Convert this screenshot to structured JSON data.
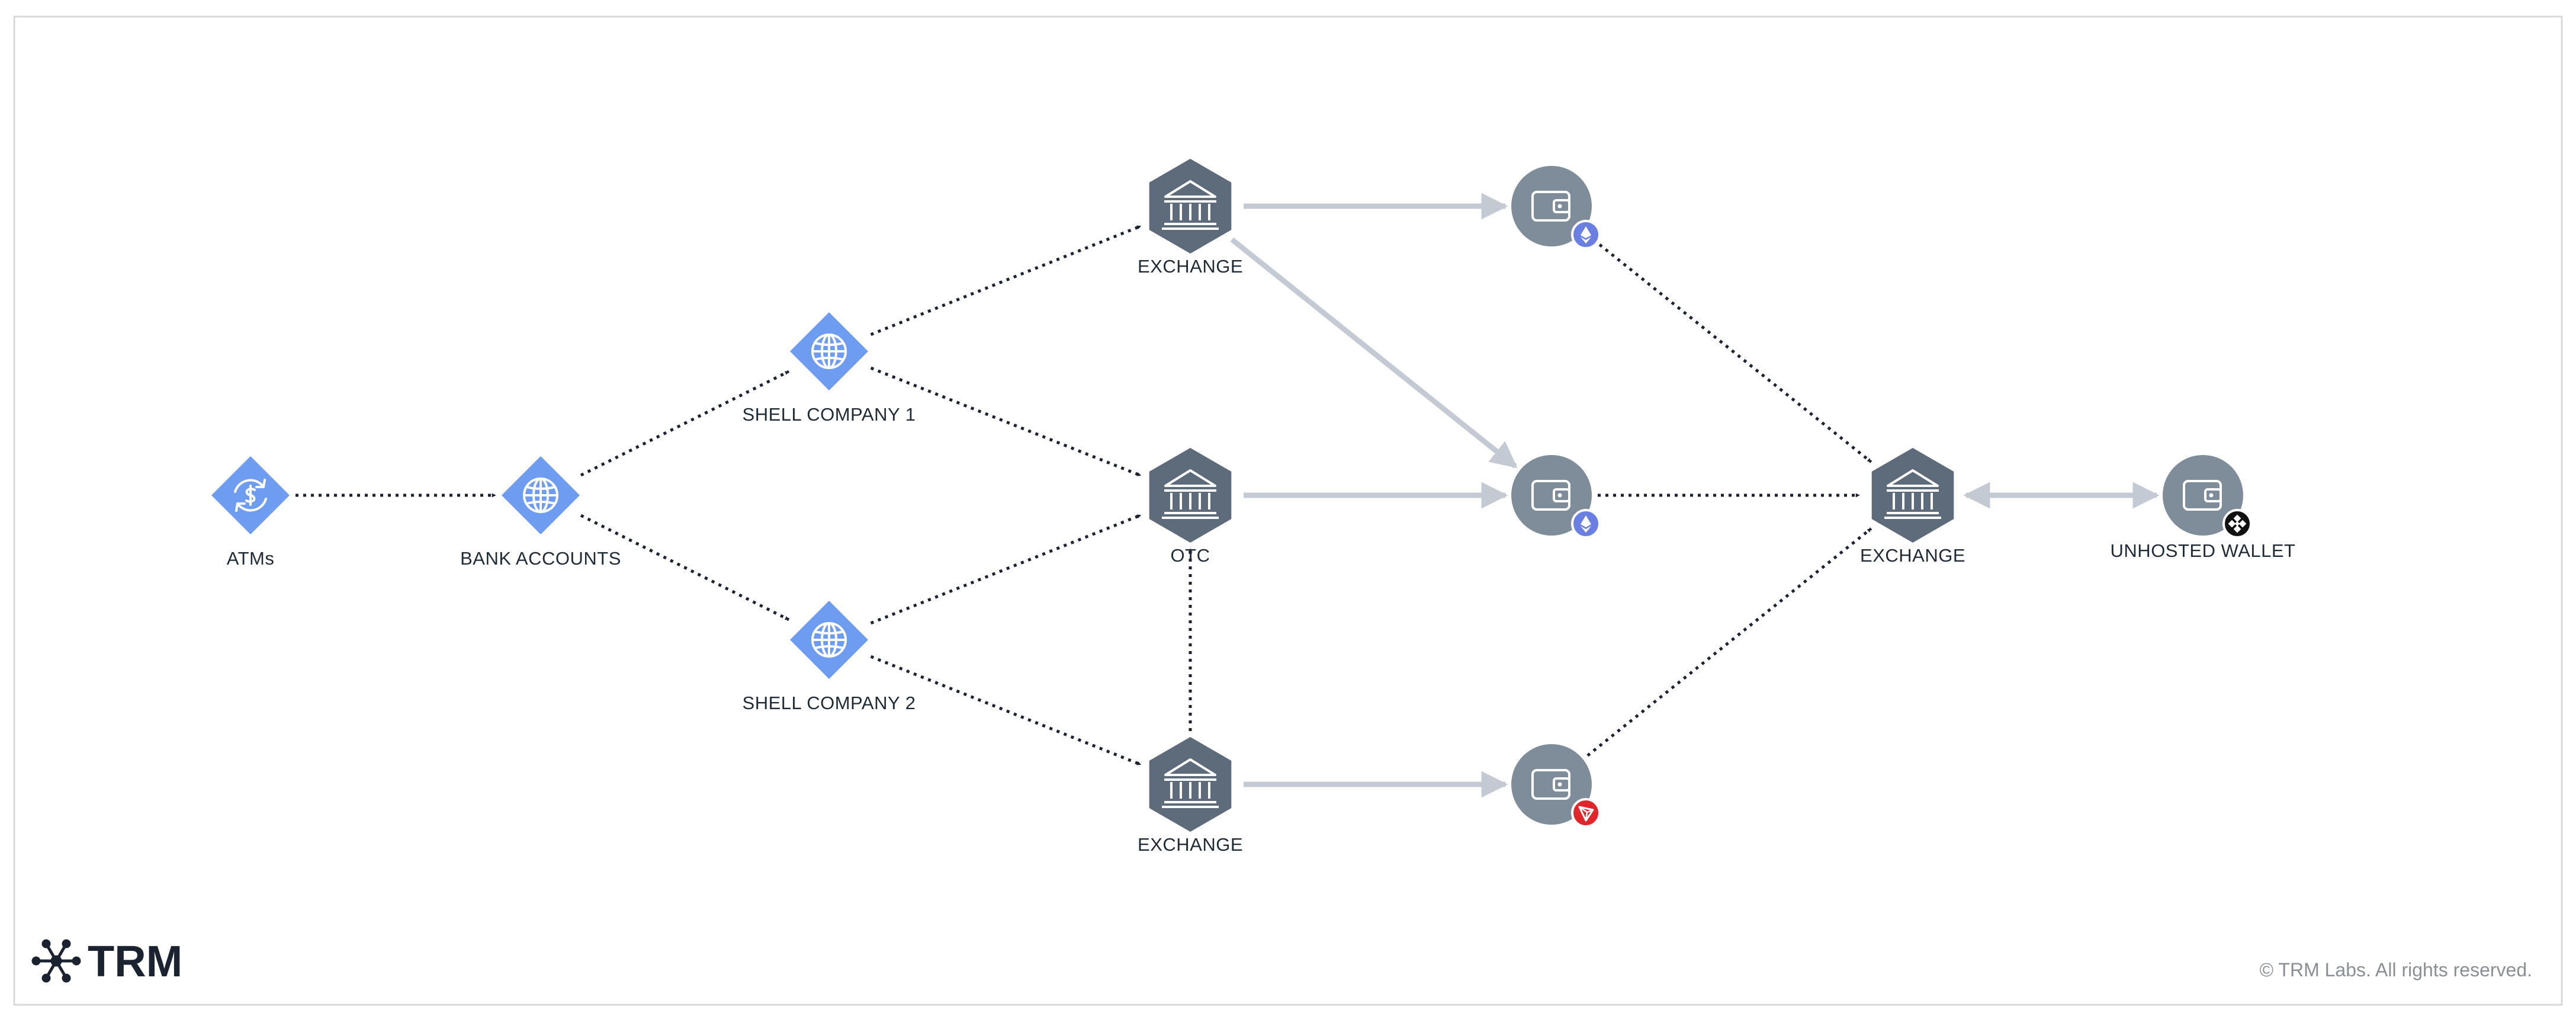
{
  "colors": {
    "diamond": "#6d9cf0",
    "hexagon": "#5d6b7a",
    "wallet": "#7f8c99",
    "dotted_edge": "#1b2230",
    "solid_edge": "#c4cad3",
    "eth_badge": "#6b7fe3",
    "tron_badge": "#e0262a",
    "bnb_badge": "#111111"
  },
  "nodes": [
    {
      "id": "atms",
      "label": "ATMs",
      "shape": "diamond",
      "icon": "currency-exchange-icon"
    },
    {
      "id": "bank",
      "label": "BANK ACCOUNTS",
      "shape": "diamond",
      "icon": "globe-icon"
    },
    {
      "id": "shell1",
      "label": "SHELL COMPANY 1",
      "shape": "diamond",
      "icon": "globe-icon"
    },
    {
      "id": "shell2",
      "label": "SHELL COMPANY 2",
      "shape": "diamond",
      "icon": "globe-icon"
    },
    {
      "id": "ex_top",
      "label": "EXCHANGE",
      "shape": "hexagon",
      "icon": "bank-building-icon"
    },
    {
      "id": "otc",
      "label": "OTC",
      "shape": "hexagon",
      "icon": "bank-building-icon"
    },
    {
      "id": "ex_bottom",
      "label": "EXCHANGE",
      "shape": "hexagon",
      "icon": "bank-building-icon"
    },
    {
      "id": "wallet_top",
      "label": "",
      "shape": "circle",
      "icon": "wallet-icon",
      "badge": "ethereum-badge-icon"
    },
    {
      "id": "wallet_mid",
      "label": "",
      "shape": "circle",
      "icon": "wallet-icon",
      "badge": "ethereum-badge-icon"
    },
    {
      "id": "wallet_bottom",
      "label": "",
      "shape": "circle",
      "icon": "wallet-icon",
      "badge": "tron-badge-icon"
    },
    {
      "id": "ex_right",
      "label": "EXCHANGE",
      "shape": "hexagon",
      "icon": "bank-building-icon"
    },
    {
      "id": "unhosted",
      "label": "UNHOSTED WALLET",
      "shape": "circle",
      "icon": "wallet-icon",
      "badge": "bnb-badge-icon"
    }
  ],
  "edges": [
    {
      "from": "atms",
      "to": "bank",
      "style": "dotted"
    },
    {
      "from": "bank",
      "to": "shell1",
      "style": "dotted"
    },
    {
      "from": "bank",
      "to": "shell2",
      "style": "dotted"
    },
    {
      "from": "shell1",
      "to": "ex_top",
      "style": "dotted"
    },
    {
      "from": "shell1",
      "to": "otc",
      "style": "dotted"
    },
    {
      "from": "shell2",
      "to": "otc",
      "style": "dotted"
    },
    {
      "from": "shell2",
      "to": "ex_bottom",
      "style": "dotted"
    },
    {
      "from": "ex_bottom",
      "to": "otc",
      "style": "dotted"
    },
    {
      "from": "ex_top",
      "to": "wallet_top",
      "style": "solid"
    },
    {
      "from": "ex_top",
      "to": "wallet_mid",
      "style": "solid"
    },
    {
      "from": "otc",
      "to": "wallet_mid",
      "style": "solid"
    },
    {
      "from": "ex_bottom",
      "to": "wallet_bottom",
      "style": "solid"
    },
    {
      "from": "wallet_top",
      "to": "ex_right",
      "style": "dotted"
    },
    {
      "from": "wallet_mid",
      "to": "ex_right",
      "style": "dotted"
    },
    {
      "from": "wallet_bottom",
      "to": "ex_right",
      "style": "dotted"
    },
    {
      "from": "ex_right",
      "to": "unhosted",
      "style": "solid",
      "bidirectional": true
    }
  ],
  "footer": {
    "brand": "TRM",
    "copyright": "© TRM Labs. All rights reserved."
  }
}
